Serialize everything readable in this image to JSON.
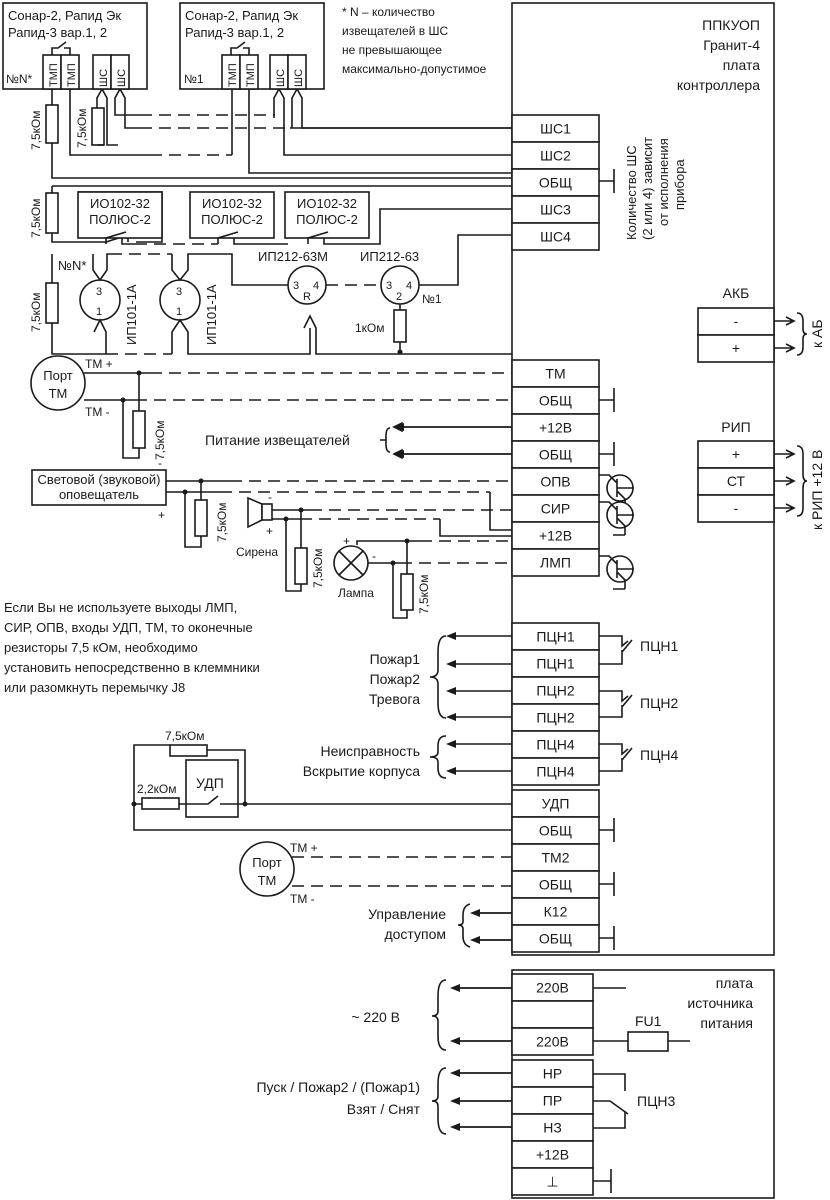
{
  "controller": {
    "title_lines": [
      "ППКУОП",
      "Гранит-4",
      "плата",
      "контроллера"
    ],
    "zone_note_lines": [
      "Количество ШС",
      "(2 или 4) зависит",
      "от исполнения",
      "прибора"
    ]
  },
  "footnote_lines": [
    "*  N – количество",
    "извещателей в ШС",
    "не превышающее",
    "максимально-допустимое"
  ],
  "sensors_top": [
    {
      "lines": [
        "Сонар-2, Рапид Эк",
        "Рапид-3  вар.1, 2"
      ],
      "index": "№N*",
      "terminals": [
        "ТМП",
        "ТМП",
        "ШС",
        "ШС"
      ]
    },
    {
      "lines": [
        "Сонар-2, Рапид Эк",
        "Рапид-3  вар.1, 2"
      ],
      "index": "№1",
      "terminals": [
        "ТМП",
        "ТМП",
        "ШС",
        "ШС"
      ]
    }
  ],
  "resistor_labels": {
    "r75": "7,5кОм",
    "r1k": "1кОм",
    "r22": "2,2кОм"
  },
  "io_detectors": [
    {
      "lines": [
        "ИО102-32",
        "ПОЛЮС-2"
      ]
    },
    {
      "lines": [
        "ИО102-32",
        "ПОЛЮС-2"
      ]
    },
    {
      "lines": [
        "ИО102-32",
        "ПОЛЮС-2"
      ]
    }
  ],
  "ip101": {
    "label": "ИП101-1А",
    "index": "№N*",
    "pins": [
      "3",
      "1"
    ]
  },
  "ip212_63m": {
    "label": "ИП212-63М",
    "pins": [
      "3",
      "4",
      "R"
    ]
  },
  "ip212_63": {
    "label": "ИП212-63",
    "pins": [
      "3",
      "4",
      "2"
    ],
    "index": "№1"
  },
  "zone_terminals": [
    "ШС1",
    "ШС2",
    "ОБЩ",
    "ШС3",
    "ШС4"
  ],
  "io_terminals": [
    "ТМ",
    "ОБЩ",
    "+12В",
    "ОБЩ",
    "ОПВ",
    "СИР",
    "+12В",
    "ЛМП"
  ],
  "port_tm": {
    "lines": [
      "Порт",
      "ТМ"
    ],
    "plus": "ТМ +",
    "minus": "ТМ -"
  },
  "power_label": "Питание извещателей",
  "notifier": {
    "lines": [
      "Световой (звуковой)",
      "оповещатель"
    ],
    "plus": "+",
    "minus": "-"
  },
  "siren": {
    "label": "Сирена",
    "plus": "+",
    "minus": "-"
  },
  "lamp": {
    "label": "Лампа",
    "plus": "+",
    "minus": "-"
  },
  "akb": {
    "title": "АКБ",
    "terminals": [
      "-",
      "+"
    ],
    "note": "к АБ"
  },
  "rip": {
    "title": "РИП",
    "terminals": [
      "+",
      "СТ",
      "-"
    ],
    "note": "к РИП  +12 В"
  },
  "note_lines": [
    "Если Вы не используете выходы ЛМП,",
    "СИР, ОПВ, входы УДП, ТМ, то оконечные",
    "резисторы 7,5 кОм, необходимо",
    "установить  непосредственно в клеммники",
    "или  разомкнуть перемычку J8"
  ],
  "relay_terminals": [
    "ПЦН1",
    "ПЦН1",
    "ПЦН2",
    "ПЦН2",
    "ПЦН4",
    "ПЦН4"
  ],
  "relay_labels": [
    "ПЦН1",
    "ПЦН2",
    "ПЦН4"
  ],
  "relay_group1_lines": [
    "Пожар1",
    "Пожар2",
    "Тревога"
  ],
  "relay_group2_lines": [
    "Неисправность",
    "Вскрытие корпуса"
  ],
  "udp": {
    "label": "УДП"
  },
  "bottom_terminals": [
    "УДП",
    "ОБЩ",
    "ТМ2",
    "ОБЩ",
    "К12",
    "ОБЩ"
  ],
  "port_tm2": {
    "lines": [
      "Порт",
      "ТМ"
    ],
    "plus": "ТМ +",
    "minus": "ТМ -"
  },
  "access_lines": [
    "Управление",
    "доступом"
  ],
  "psu": {
    "title_lines": [
      "плата",
      "источника",
      "питания"
    ],
    "terminals_a": [
      "220В",
      "",
      "220В"
    ],
    "terminals_b": [
      "НР",
      "ПР",
      "НЗ",
      "+12В",
      "⊥"
    ],
    "fuse": "FU1",
    "mains_label": "~ 220 В",
    "relay_label": "ПЦН3",
    "relay_lines": [
      "Пуск / Пожар2 / (Пожар1)",
      "Взят / Снят"
    ]
  }
}
